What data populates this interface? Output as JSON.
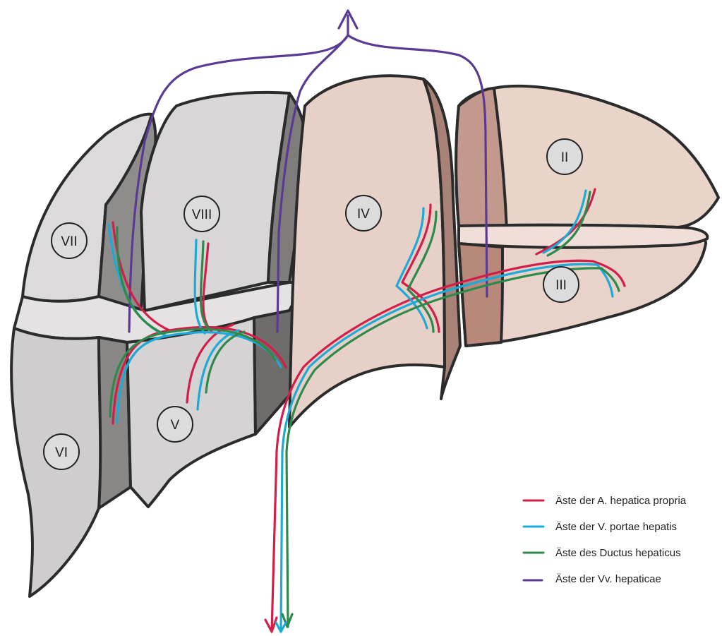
{
  "segments": [
    {
      "label": "II"
    },
    {
      "label": "III"
    },
    {
      "label": "IV"
    },
    {
      "label": "V"
    },
    {
      "label": "VI"
    },
    {
      "label": "VII"
    },
    {
      "label": "VIII"
    }
  ],
  "legend": [
    {
      "label": "Äste der A. hepatica propria",
      "color": "#d21f4a"
    },
    {
      "label": "Äste der V. portae hepatis",
      "color": "#1fa9d6"
    },
    {
      "label": "Äste des Ductus hepaticus",
      "color": "#2e8a4a"
    },
    {
      "label": "Äste der Vv. hepaticae",
      "color": "#5b3a93"
    }
  ],
  "colors": {
    "right_lobe_fill": "#d9d7d7",
    "right_lobe_shadow": "#8e8b8b",
    "left_lobe_fill": "#e6cfc6",
    "left_lobe_shadow": "#b58c80"
  }
}
